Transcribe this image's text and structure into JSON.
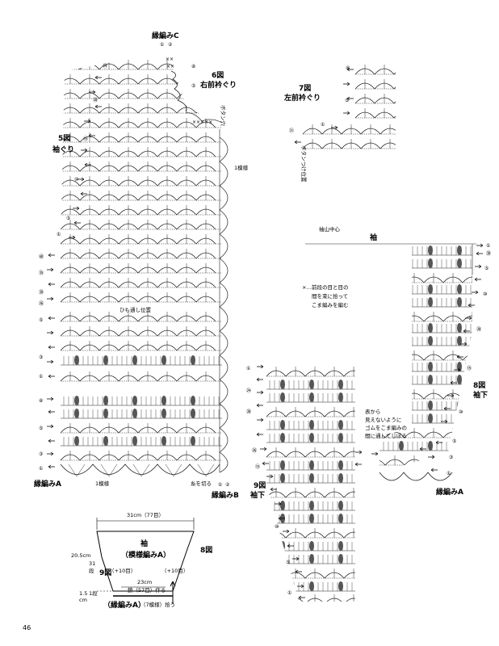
{
  "page_number": "46",
  "labels": {
    "edging_c": "縁編みC",
    "fig6_num": "6図",
    "fig6_name": "右前衿ぐり",
    "fig5_num": "5図",
    "fig5_name": "袖ぐり",
    "fig7_num": "7図",
    "fig7_name": "左前衿ぐり",
    "buttonhole": "ボタン穴",
    "button_pos": "ボタンつけ位置",
    "pattern_repeat": "1模様",
    "cord_position": "ひも通し位置",
    "edging_a": "縁編みA",
    "cut_yarn": "糸を切る",
    "edging_b": "縁編みB",
    "sleeve_center": "袖山中心",
    "sleeve": "袖",
    "x_note_l1": "×…前段の目と目の",
    "x_note_l2": "間を束に拾って",
    "x_note_l3": "こま編みを編む",
    "elastic_l1": "表から",
    "elastic_l2": "見えないように",
    "elastic_l3": "ゴムをこま編みの",
    "elastic_l4": "間に通してしぼる",
    "fig8_num": "8図",
    "fig8_name": "袖下",
    "fig9_num": "9図",
    "fig9_name": "袖下",
    "circ_1": "①",
    "circ_2": "②",
    "circ_3": "③",
    "circ_5": "⑤",
    "circ_8": "⑧",
    "circ_10": "⑩",
    "circ_15": "⑮",
    "circ_20": "⑳",
    "circ_24": "㉔",
    "circ_26": "㉖",
    "circ_30": "㉚",
    "circ_35": "㉟",
    "circ_40": "㊵",
    "circ_71": "㉑"
  },
  "schematic": {
    "top_width": "31cm（77目）",
    "name": "袖",
    "pattern": "（模様編みA）",
    "fig_ref": "8図",
    "fig9_ref": "9図",
    "h1": "20.5cm",
    "h1_rows": "31",
    "h1_unit": "段",
    "h2": "1.5",
    "h2_cm": "cm",
    "h2_rows": "1段",
    "plus10_left": "（+10目）",
    "plus10_right": "（+10目）",
    "bottom_width": "23cm",
    "chain_note": "鎖（57目）作る",
    "edge_label": "（縁編みA）",
    "pickup": "（7模様）拾う"
  }
}
